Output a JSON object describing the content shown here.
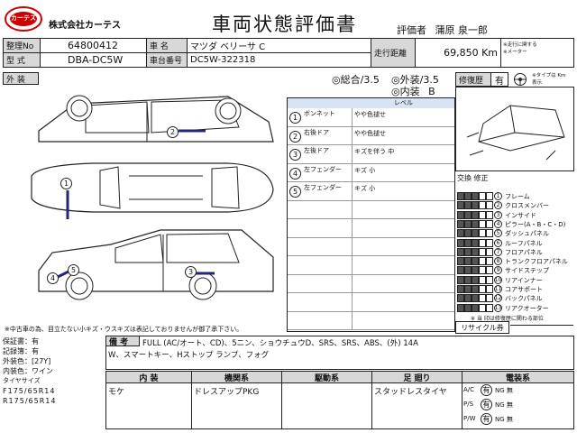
{
  "company": {
    "logo_text": "カーテス",
    "name": "株式会社カーテス"
  },
  "doc_title": "車両状態評価書",
  "evaluator": {
    "label": "評価者",
    "name": "蒲原 泉一郎"
  },
  "vehicle": {
    "id_label": "整理No",
    "id_value": "64800412",
    "name_label": "車 名",
    "name_value": "マツダ ベリーサ C",
    "mileage_label": "走行距離",
    "mileage_value": "69,850 Km",
    "model_label": "型 式",
    "model_value": "DBA-DC5W",
    "vin_label": "車台番号",
    "vin_value": "DC5W-322318",
    "note_a": "※走行に関する",
    "note_b": "※メーター",
    "note_c": "※タイプは Km",
    "note_d": "表示"
  },
  "exterior": {
    "label": "外 装",
    "score_total_label": "◎総合",
    "score_total": "3.5",
    "score_ext_label": "◎外装",
    "score_ext": "3.5",
    "score_int_label": "◎内装",
    "score_int": "B"
  },
  "repair": {
    "label": "修復歴",
    "value": "有"
  },
  "damage_table": {
    "col2": "レベル",
    "rows": [
      {
        "no": "1",
        "part": "ボンネット",
        "desc": "やや色褪せ"
      },
      {
        "no": "2",
        "part": "右後ドア",
        "desc": "やや色褪せ"
      },
      {
        "no": "3",
        "part": "左後ドア",
        "desc": "キズを伴う 中"
      },
      {
        "no": "4",
        "part": "左フェンダー",
        "desc": "キズ 小"
      },
      {
        "no": "5",
        "part": "左フェンダー",
        "desc": "キズ 小"
      }
    ]
  },
  "frame_section": {
    "title": "交換 修正",
    "items": [
      "フレーム",
      "クロスメンバー",
      "インサイド",
      "ピラー(A・B・C・D)",
      "ダッシュパネル",
      "ルーフパネル",
      "フロアパネル",
      "トランクフロアパネル",
      "サイドステップ",
      "リアインナー",
      "コアサポート",
      "バックパネル",
      "リアクオーター"
    ],
    "footnote": "※ 当 印は修復歴に関わる部位",
    "recycle": "リサイクル券"
  },
  "diagram_note": "※中古車の為、目立たない小キズ・ウスキズは表記しておりませんが御了承下さい。",
  "left_info": {
    "l1": "保証書：有",
    "l2": "記録簿：有",
    "l3": "外装色：[27Y]",
    "l4": "内装色：ワイン",
    "tire_label": "タイヤサイズ",
    "tire_f": "F175/65R14",
    "tire_r": "R175/65R14"
  },
  "remarks": {
    "label": "備 考",
    "line1": "FULL (AC/オート、CD)、5ニン、ショウチュウD、SRS、SRS、ABS、(外) 14A",
    "line2": "W、スマートキー、Hストップ ランプ、フォグ"
  },
  "bottom_table": {
    "h_int": "内 装",
    "v_int": "モケ",
    "h_func": "機関系",
    "v_func": "ドレスアップPKG",
    "h_drive": "駆動系",
    "v_drive": "",
    "h_susp": "足 廻り",
    "v_susp": "スタッドレスタイヤ",
    "h_elec": "電装系",
    "elec": [
      {
        "label": "A/C",
        "ok": "有",
        "ng": "NG 無"
      },
      {
        "label": "P/S",
        "ok": "有",
        "ng": "NG 無"
      },
      {
        "label": "P/W",
        "ok": "有",
        "ng": "NG 無"
      }
    ]
  }
}
